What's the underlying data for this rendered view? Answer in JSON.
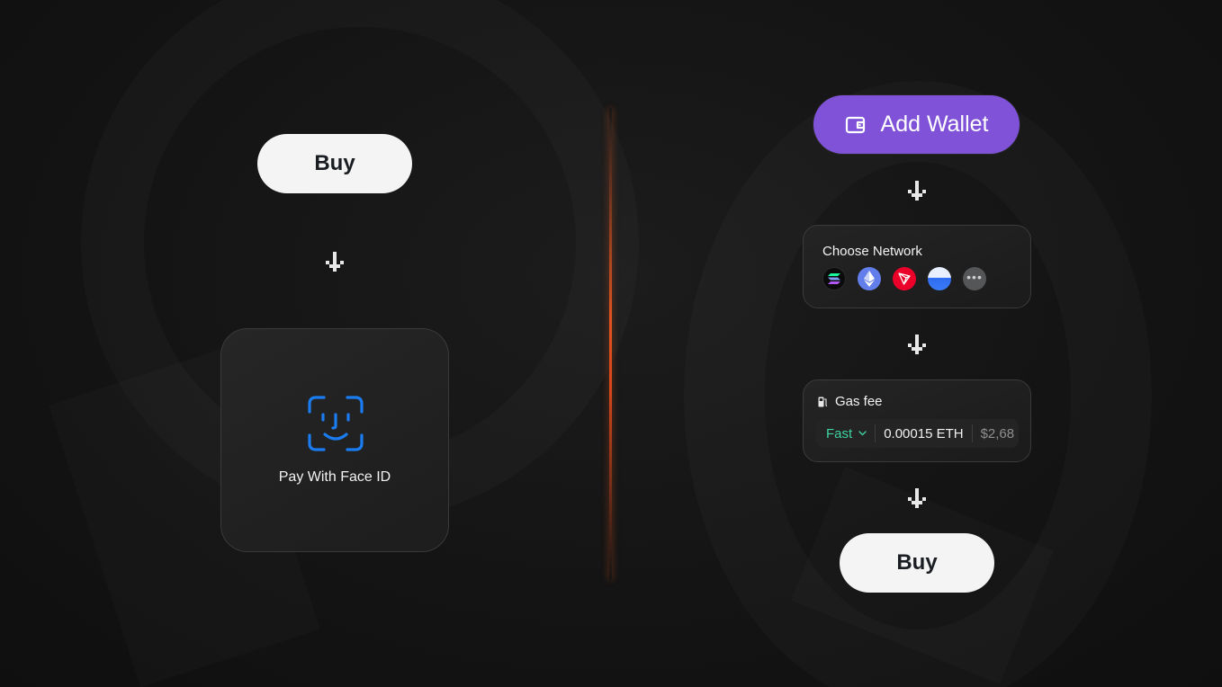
{
  "left_flow": {
    "buy_label": "Buy",
    "face_id_label": "Pay With Face ID"
  },
  "right_flow": {
    "add_wallet_label": "Add Wallet",
    "network": {
      "title": "Choose Network",
      "options": [
        "solana-icon",
        "ethereum-icon",
        "tron-icon",
        "network-icon",
        "more-icon"
      ]
    },
    "gas": {
      "title": "Gas fee",
      "speed": "Fast",
      "amount": "0.00015 ETH",
      "usd": "$2,68"
    },
    "buy_label": "Buy"
  },
  "colors": {
    "background": "#121212",
    "buy_button": "#f3f4f3",
    "add_wallet": "#7f52d8",
    "divider": "#e2541f",
    "face_id": "#1a7cf0",
    "gas_fast": "#3ed3a0"
  }
}
